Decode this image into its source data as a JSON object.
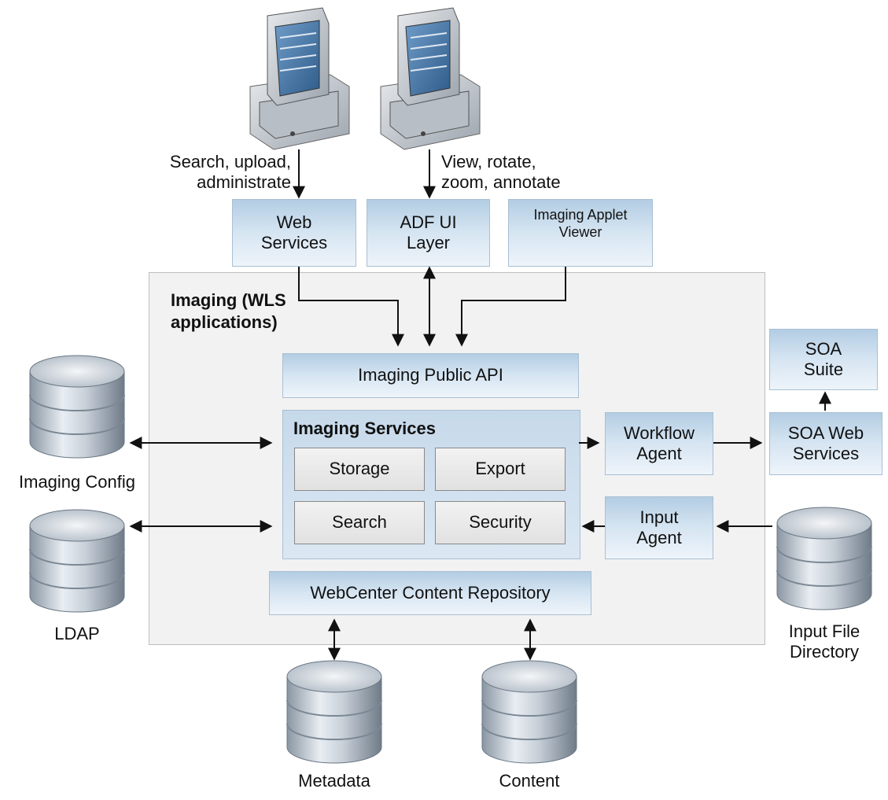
{
  "clients": {
    "left_caption_line1": "Search, upload,",
    "left_caption_line2": "administrate",
    "right_caption_line1": "View, rotate,",
    "right_caption_line2": "zoom, annotate"
  },
  "top_boxes": {
    "web_services_line1": "Web",
    "web_services_line2": "Services",
    "adf_line1": "ADF UI",
    "adf_line2": "Layer",
    "applet_line1": "Imaging Applet",
    "applet_line2": "Viewer"
  },
  "container": {
    "title_line1": "Imaging  (WLS",
    "title_line2": "applications)",
    "public_api": "Imaging Public API",
    "services_title": "Imaging Services",
    "storage": "Storage",
    "export": "Export",
    "search": "Search",
    "security": "Security",
    "repository": "WebCenter Content Repository"
  },
  "agents": {
    "workflow_line1": "Workflow",
    "workflow_line2": "Agent",
    "input_line1": "Input",
    "input_line2": "Agent"
  },
  "soa": {
    "suite_line1": "SOA",
    "suite_line2": "Suite",
    "ws_line1": "SOA Web",
    "ws_line2": "Services"
  },
  "databases": {
    "imaging_config": "Imaging Config",
    "ldap": "LDAP",
    "input_dir_line1": "Input File",
    "input_dir_line2": "Directory",
    "metadata": "Metadata",
    "content": "Content"
  }
}
